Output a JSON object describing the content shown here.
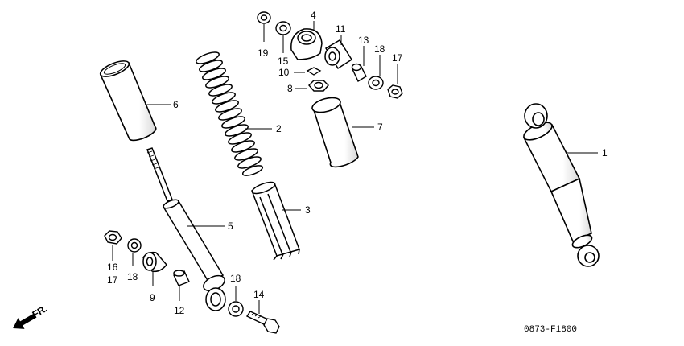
{
  "callouts": {
    "p1": "1",
    "p2": "2",
    "p3": "3",
    "p4": "4",
    "p5": "5",
    "p6": "6",
    "p7": "7",
    "p8": "8",
    "p9": "9",
    "p10": "10",
    "p11": "11",
    "p12": "12",
    "p13": "13",
    "p14": "14",
    "p15": "15",
    "p16": "16",
    "p17a": "17",
    "p17b": "17",
    "p18a": "18",
    "p18b": "18",
    "p18c": "18",
    "p19": "19"
  },
  "diagram_code": "0873-F1800",
  "front_indicator": {
    "label": "FR.",
    "icon": "arrow-icon"
  },
  "colors": {
    "line": "#000000",
    "background": "#ffffff"
  }
}
